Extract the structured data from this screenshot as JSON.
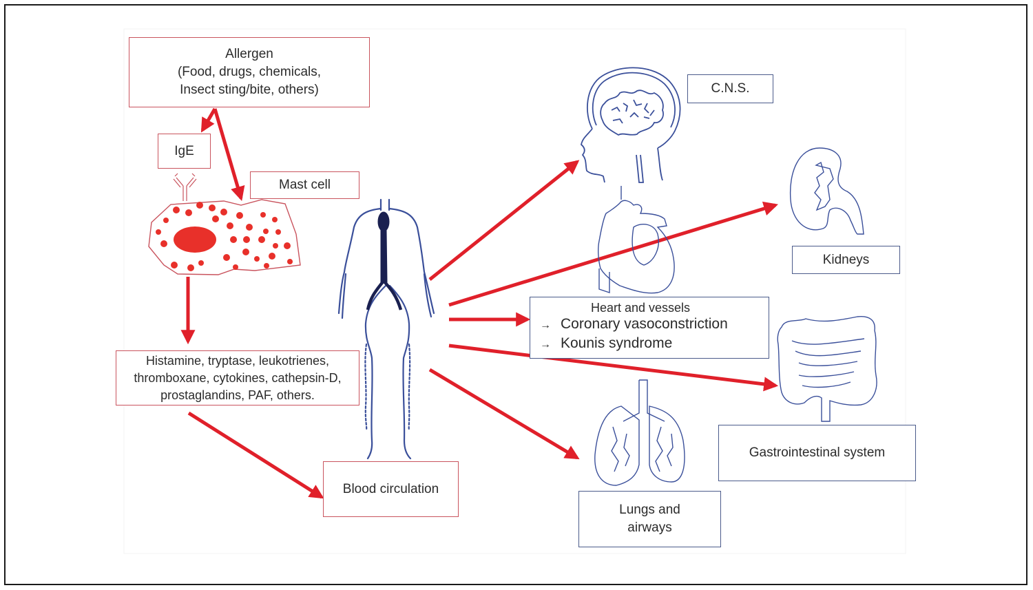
{
  "diagram": {
    "colors": {
      "arrow": "#e0202a",
      "mast_cell": "#e8302a",
      "red_box_border": "#c9535d",
      "blue_box_border": "#4a5a8a",
      "organ_outline": "#3a4f9a",
      "vessels_dark": "#1a2050"
    },
    "boxes": {
      "allergen": {
        "lines": [
          "Allergen",
          "(Food, drugs, chemicals,",
          "Insect sting/bite, others)"
        ]
      },
      "ige": {
        "label": "IgE"
      },
      "mast_cell": {
        "label": "Mast cell"
      },
      "mediators": {
        "lines": [
          "Histamine, tryptase, leukotrienes,",
          "thromboxane, cytokines, cathepsin-D,",
          "prostaglandins, PAF, others."
        ]
      },
      "blood_circulation": {
        "label": "Blood circulation"
      },
      "cns": {
        "label": "C.N.S."
      },
      "kidneys": {
        "label": "Kidneys"
      },
      "heart_vessels": {
        "title": "Heart and vessels",
        "items": [
          {
            "arrow": "→",
            "text": "Coronary vasoconstriction"
          },
          {
            "arrow": "→",
            "text": "Kounis syndrome"
          }
        ]
      },
      "gastrointestinal": {
        "label": "Gastrointestinal system"
      },
      "lungs": {
        "lines": [
          "Lungs and",
          "airways"
        ]
      }
    },
    "icons": [
      "antibody-icon",
      "mast-cell-icon",
      "circulatory-system-icon",
      "brain-head-icon",
      "heart-icon",
      "kidney-icon",
      "intestine-icon",
      "lungs-icon"
    ]
  }
}
